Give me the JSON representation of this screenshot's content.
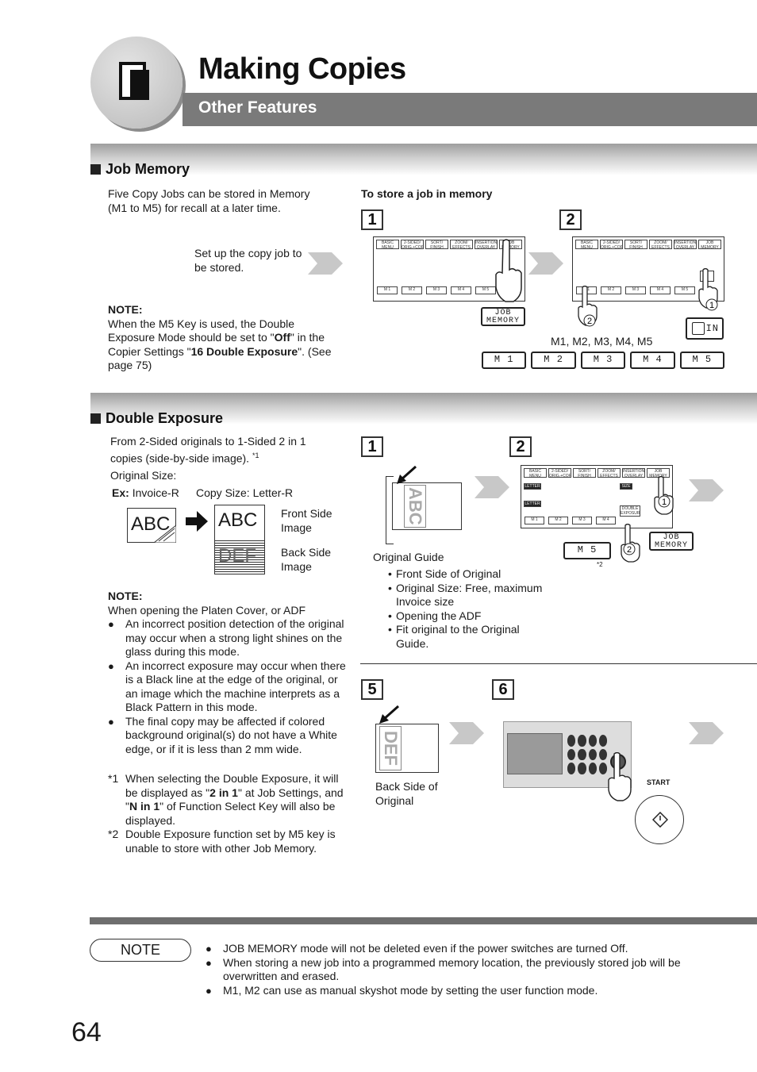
{
  "header": {
    "title": "Making Copies",
    "subtitle": "Other Features"
  },
  "job_memory": {
    "heading": "Job Memory",
    "intro": "Five Copy Jobs can be stored in Memory (M1 to M5) for recall at a later time.",
    "store_heading": "To store a job in memory",
    "step1_num": "1",
    "step2_num": "2",
    "setup_text": "Set up the copy job to be stored.",
    "note_label": "NOTE:",
    "note_pre": "When the M5 Key is used, the Double Exposure Mode should be set to \"",
    "note_off": "Off",
    "note_mid": "\" in the Copier Settings \"",
    "note_setting": "16 Double Exposure",
    "note_post": "\". (See page 75)",
    "job_memory_key": "JOB MEMORY",
    "m_keys_caption": "M1, M2, M3, M4, M5",
    "m_keys": [
      "M 1",
      "M 2",
      "M 3",
      "M 4",
      "M 5"
    ],
    "in_key": "IN",
    "screen_tabs": [
      "BASIC MENU",
      "2-SIDED/ ORIG.+COPY",
      "SORT/ FINISH",
      "ZOOM/ EFFECTS",
      "INSERTION/ OVERLAY",
      "JOB MEMORY"
    ],
    "screen_m": [
      "M 1",
      "M 2",
      "M 3",
      "M 4",
      "M 5"
    ]
  },
  "double_exposure": {
    "heading": "Double Exposure",
    "intro": "From 2-Sided originals to 1-Sided 2 in 1 copies (side-by-side image).",
    "intro_mark": "*1",
    "orig_size_label": "Original Size:",
    "ex_label": "Ex:",
    "ex_value": "Invoice-R",
    "copy_size": "Copy Size: Letter-R",
    "sample_abc": "ABC",
    "sample_def": "DEF",
    "front_label": "Front Side Image",
    "back_label": "Back Side Image",
    "note_label": "NOTE:",
    "note_intro": "When opening the Platen Cover, or ADF",
    "note_bullets": [
      "An incorrect position detection of the original may occur when a strong light shines on the glass during this mode.",
      "An incorrect exposure may occur when there is a Black line at the edge of the original, or an image which the machine interprets as a Black Pattern in this mode.",
      "The final copy may be affected if colored background original(s) do not have a White edge, or if it is less than 2 mm wide."
    ],
    "fn1_mark": "*1",
    "fn1_a": "When selecting the Double Exposure, it will be displayed as \"",
    "fn1_b": "2 in 1",
    "fn1_c": "\" at Job Settings, and \"",
    "fn1_d": "N in 1",
    "fn1_e": "\" of Function Select Key will also be displayed.",
    "fn2_mark": "*2",
    "fn2": "Double Exposure function set by M5 key is unable to store with other Job Memory.",
    "steps": [
      "1",
      "2",
      "5",
      "6"
    ],
    "original_guide": "Original Guide",
    "guide_items": [
      "Front Side of Original",
      "Original Size: Free, maximum Invoice size",
      "Opening the ADF",
      "Fit original to the Original Guide."
    ],
    "m5_key": "M 5",
    "m5_note": "*2",
    "job_memory_key": "JOB MEMORY",
    "back_side_caption": "Back Side of Original",
    "start_label": "START",
    "screen_letter": "LETTER",
    "screen_size": "SIZE",
    "screen_double": "DOUBLE EXPOSURE"
  },
  "footer_note": {
    "label": "NOTE",
    "items": [
      "JOB MEMORY mode will not be deleted even if the power switches are turned Off.",
      "When storing a new job into a programmed memory location, the previously stored job will be overwritten and erased.",
      "M1, M2 can use as manual skyshot mode by setting the user function mode."
    ]
  },
  "page_number": "64"
}
